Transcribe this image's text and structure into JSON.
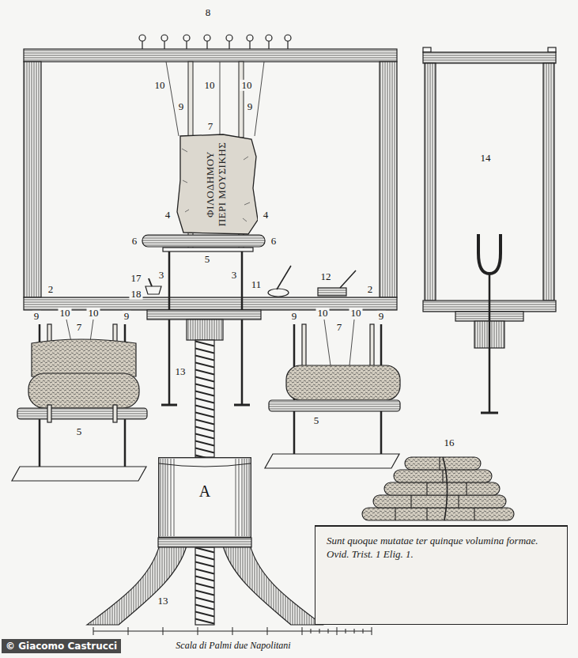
{
  "diagram": {
    "nodes": [
      {
        "text": [
          "ΦΙΛΟΔΗΜΟΥ ΠΕΡΙ ΜΟΥΣΙΚΗΣ"
        ]
      },
      {
        "text": [
          "A"
        ]
      },
      {
        "text": [
          "Sunt quoque mutatae ter quinque volumina formae.",
          "Ovid. Trist. 1 Elig. 1."
        ]
      }
    ],
    "labels": [
      "8",
      "10",
      "10",
      "10",
      "9",
      "9",
      "7",
      "14",
      "4",
      "4",
      "6",
      "6",
      "5",
      "3",
      "17",
      "3",
      "11",
      "12",
      "2",
      "18",
      "2",
      "9",
      "10",
      "10",
      "9",
      "7",
      "9",
      "10",
      "10",
      "9",
      "7",
      "13",
      "5",
      "5",
      "16",
      "13",
      "Scala di Palmi due Napolitani",
      "© Giacomo Castrucci"
    ]
  }
}
